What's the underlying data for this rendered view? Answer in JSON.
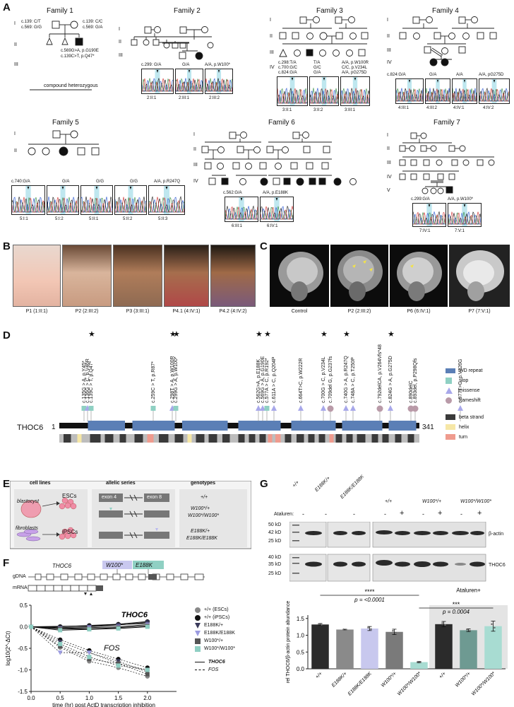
{
  "panel_labels": {
    "a": "A",
    "b": "B",
    "c": "C",
    "d": "D",
    "e": "E",
    "f": "F",
    "g": "G"
  },
  "panelA": {
    "fam1": {
      "title": "Family 1",
      "gens": [
        "I",
        "II",
        "III"
      ],
      "p1": "c.139: C/T",
      "p1b": "c.569: G/G",
      "p2": "c.139: C/C",
      "p2b": "c.569: G/A",
      "v1": "c.569G>A, p.G190E",
      "v2": "c.139C>T, p.Q47*",
      "note": "compound heterozygous",
      "id1": "1",
      "id2": "2",
      "id3": "1"
    },
    "fam2": {
      "title": "Family 2",
      "gens": [
        "I",
        "II",
        "III"
      ],
      "g": [
        "c.299: G/A",
        "G/A",
        "A/A, p.W100*"
      ],
      "ids": [
        "2:II:1",
        "2:III:1",
        "2:III:2"
      ],
      "n1": "1",
      "n2": "2"
    },
    "fam3": {
      "title": "Family 3",
      "gens": [
        "I",
        "II",
        "III",
        "IV"
      ],
      "c1": [
        "c.298:T/A",
        "c.700:G/C",
        "c.824:G/A"
      ],
      "c2": [
        "T/A",
        "G/C",
        "G/A"
      ],
      "c3": [
        "A/A, p.W100R",
        "C/C, p.V234L",
        "A/A, pG275D"
      ],
      "ids": [
        "3:II:1",
        "3:II:2",
        "3:III:1"
      ],
      "n1": "1",
      "n2": "2",
      "n3": "1"
    },
    "fam4": {
      "title": "Family 4",
      "gens": [
        "I",
        "II",
        "III",
        "IV"
      ],
      "g": [
        "c.824:G/A",
        "G/A",
        "A/A",
        "A/A, pG275D"
      ],
      "ids": [
        "4:III:1",
        "4:III:2",
        "4:IV:1",
        "4:IV:2"
      ],
      "n1": "1",
      "n2": "2",
      "n3": "1",
      "n4": "2"
    },
    "fam5": {
      "title": "Family 5",
      "gens": [
        "I",
        "II"
      ],
      "g": [
        "c.740:G/A",
        "G/A",
        "G/G",
        "G/G",
        "A/A, p.R247Q"
      ],
      "ids": [
        "5:I:1",
        "5:I:2",
        "5:II:1",
        "5:II:2",
        "5:II:3"
      ],
      "n": [
        "1",
        "2",
        "1",
        "2",
        "3"
      ]
    },
    "fam6": {
      "title": "Family 6",
      "gens": [
        "I",
        "II",
        "III",
        "IV"
      ],
      "g": [
        "c.562:G/A",
        "A/A, p.E188K"
      ],
      "ids": [
        "6:III:1",
        "6:IV:1"
      ],
      "n1": "1",
      "n2": "1"
    },
    "fam7": {
      "title": "Family 7",
      "gens": [
        "I",
        "II",
        "III",
        "IV",
        "V"
      ],
      "g": [
        "c.299:G/A",
        "A/A, p.W100*"
      ],
      "ids": [
        "7:IV:1",
        "7:V:1"
      ],
      "n1": "1",
      "n2": "1"
    }
  },
  "panelB": {
    "captions": [
      "P1 (1:II:1)",
      "P2 (2:III:2)",
      "P3 (3:III:1)",
      "P4.1 (4:IV:1)",
      "P4.2 (4:IV:2)"
    ]
  },
  "panelC": {
    "captions": [
      "Control",
      "P2 (2:III:2)",
      "P6 (6:IV:1)",
      "P7 (7:V:1)"
    ]
  },
  "panelD": {
    "gene": "THOC6",
    "start": "1",
    "end": "341",
    "variants": [
      "c.135G > A, p.Y45*",
      "c.136G > C, p.V46R",
      "c.139C > T, p.Q47*",
      "c.259C > T, p.R87*",
      "c.298T > A, p.W100R",
      "c.299G > A, p.W100*",
      "c.562G>A, p.E188K",
      "c.569G > A, p.G190E",
      "c.577A > C, p.R192*",
      "c.611A > C, p.Q204P",
      "c.664T>C, p.W222R",
      "c.700G > C, p.V234L",
      "c.709del G, p.G237fs",
      "c.740G > A, p.R247Q",
      "c.748A > C, p.T250P",
      "c.792delCA, p.V264Vfs*48",
      "c.824G > A, p.G275D",
      "c.890delC",
      "c.893del, p.P298Qfs",
      "c.977T>G, p.V326G"
    ],
    "legend1": [
      "WD repeat",
      "stop",
      "missense",
      "frameshift"
    ],
    "legend2": [
      "beta strand",
      "helix",
      "turn"
    ]
  },
  "panelE": {
    "h1": "cell lines",
    "h2": "allelic series",
    "h3": "genotypes",
    "blast": "blastocyst",
    "fibro": "fibroblasts",
    "esc": "ESCs",
    "ipsc": "iPSCs",
    "ex4": "exon 4",
    "ex8": "exon 8",
    "geno": [
      "+/+",
      "W100*/+",
      "W100*/W100*",
      "E188K/+",
      "E188K/E188K"
    ]
  },
  "panelF": {
    "gene": "THOC6",
    "w100": "W100*",
    "e188": "E188K",
    "gdna": "gDNA",
    "mrna": "mRNA",
    "ylabel": "log10(2^-ΔCt)",
    "xlabel": "time (hr) post ActD transcription inhibition",
    "label_thoc6": "THOC6",
    "label_fos": "FOS",
    "legend": [
      "+/+ (ESCs)",
      "+/+ (iPSCs)",
      "E188K/+",
      "E188K/E188K",
      "W100*/+",
      "W100*/W100*"
    ],
    "line_legend": [
      "THOC6",
      "FOS"
    ]
  },
  "panelG": {
    "headers": [
      "+/+",
      "E188K/+",
      "E188K/E188K",
      "+/+",
      "W100*/+",
      "W100*/W100*"
    ],
    "ataluren": "Ataluren:",
    "minus": "-",
    "plus": "+",
    "mw1": [
      "50 kD",
      "42 kD",
      "25 kD"
    ],
    "mw2": [
      "40 kD",
      "35 kD",
      "25 kD"
    ],
    "blot1": "β-actin",
    "blot2": "THOC6",
    "ylabel": "rel THOC6/β-actin protein abundance",
    "sig1": "****",
    "sig1p": "p = <0.0001",
    "sig2": "***",
    "sig2p": "p = 0.0004",
    "atal_label": "Ataluren+"
  },
  "chart_data": [
    {
      "type": "line",
      "title": "",
      "xlabel": "time (hr) post ActD transcription inhibition",
      "ylabel": "log10(2^-ΔCt)",
      "xlim": [
        0,
        2.5
      ],
      "ylim": [
        -1.5,
        0.5
      ],
      "x": [
        0,
        0.5,
        1,
        1.5,
        2
      ],
      "series": [
        {
          "name": "THOC6 +/+ (ESCs)",
          "values": [
            0,
            0.01,
            0.02,
            0.05,
            0.08
          ]
        },
        {
          "name": "THOC6 +/+ (iPSCs)",
          "values": [
            0,
            0.0,
            0.03,
            0.06,
            0.12
          ]
        },
        {
          "name": "THOC6 E188K/+",
          "values": [
            0,
            -0.02,
            0.0,
            0.04,
            0.1
          ]
        },
        {
          "name": "THOC6 E188K/E188K",
          "values": [
            0,
            -0.04,
            -0.02,
            0.0,
            0.05
          ]
        },
        {
          "name": "THOC6 W100*/+",
          "values": [
            0,
            -0.05,
            -0.05,
            -0.02,
            0.02
          ]
        },
        {
          "name": "THOC6 W100*/W100*",
          "values": [
            0,
            -0.08,
            -0.06,
            -0.04,
            0.0
          ]
        },
        {
          "name": "FOS +/+ (ESCs)",
          "values": [
            0,
            -0.48,
            -0.8,
            -0.95,
            -1.15
          ]
        },
        {
          "name": "FOS +/+ (iPSCs)",
          "values": [
            0,
            -0.3,
            -0.55,
            -0.75,
            -0.95
          ]
        },
        {
          "name": "FOS E188K/+",
          "values": [
            0,
            -0.35,
            -0.6,
            -0.8,
            -1.05
          ]
        },
        {
          "name": "FOS E188K/E188K",
          "values": [
            0,
            -0.6,
            -0.6,
            -0.85,
            -1.0
          ]
        },
        {
          "name": "FOS W100*/+",
          "values": [
            0,
            -0.45,
            -0.75,
            -0.85,
            -1.1
          ]
        },
        {
          "name": "FOS W100*/W100*",
          "values": [
            0,
            -0.4,
            -0.7,
            -0.9,
            -1.0
          ]
        }
      ],
      "colors": [
        "#888888",
        "#111111",
        "#3a3a5a",
        "#9b9be0",
        "#555555",
        "#8fcfc3"
      ],
      "xticks": [
        "0.0",
        "0.5",
        "1.0",
        "1.5",
        "2.0"
      ],
      "yticks": [
        "0.5",
        "0.0",
        "-0.5",
        "-1.0",
        "-1.5"
      ]
    },
    {
      "type": "bar",
      "title": "",
      "ylabel": "rel THOC6/β-actin protein abundance",
      "categories": [
        "+/+",
        "E188K/+",
        "E188K/E188K",
        "W100*/+",
        "W100*/W100*",
        "+/+",
        "W100*/+",
        "W100*/W100*"
      ],
      "values": [
        1.32,
        1.17,
        1.2,
        1.1,
        0.2,
        1.33,
        1.15,
        1.27
      ],
      "errors": [
        0.03,
        0.01,
        0.06,
        0.08,
        0.02,
        0.08,
        0.04,
        0.15
      ],
      "colors": [
        "#2b2b2b",
        "#8a8a8a",
        "#c8c8ee",
        "#7a7a7a",
        "#a8dcd2",
        "#2b2b2b",
        "#6e9a92",
        "#a8dcd2"
      ],
      "ylim": [
        0,
        1.6
      ],
      "yticks": [
        "0.0",
        "0.5",
        "1.0",
        "1.5"
      ]
    }
  ]
}
